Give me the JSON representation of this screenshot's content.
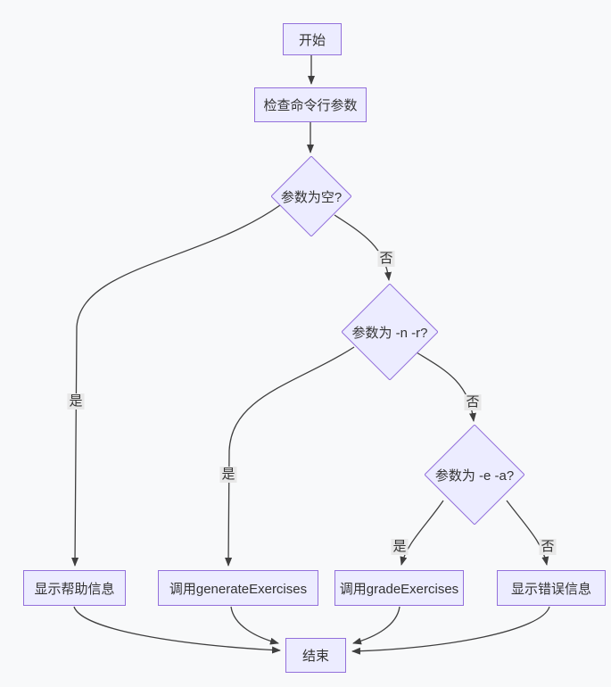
{
  "diagram": {
    "type": "flowchart-top-down",
    "colors": {
      "background": "#f8f9fa",
      "node_fill": "#ececff",
      "node_border": "#9370db",
      "edge": "#3f3f3f",
      "edge_label_bg": "#e8e8e8",
      "text": "#333333"
    },
    "nodes": {
      "start": "开始",
      "check_args": "检查命令行参数",
      "is_empty": "参数为空?",
      "is_nr": "参数为 -n -r?",
      "is_ea": "参数为 -e -a?",
      "show_help": "显示帮助信息",
      "call_generate": "调用generateExercises",
      "call_grade": "调用gradeExercises",
      "show_error": "显示错误信息",
      "end": "结束"
    },
    "edge_labels": {
      "empty_yes": "是",
      "empty_no": "否",
      "nr_yes": "是",
      "nr_no": "否",
      "ea_yes": "是",
      "ea_no": "否"
    }
  }
}
